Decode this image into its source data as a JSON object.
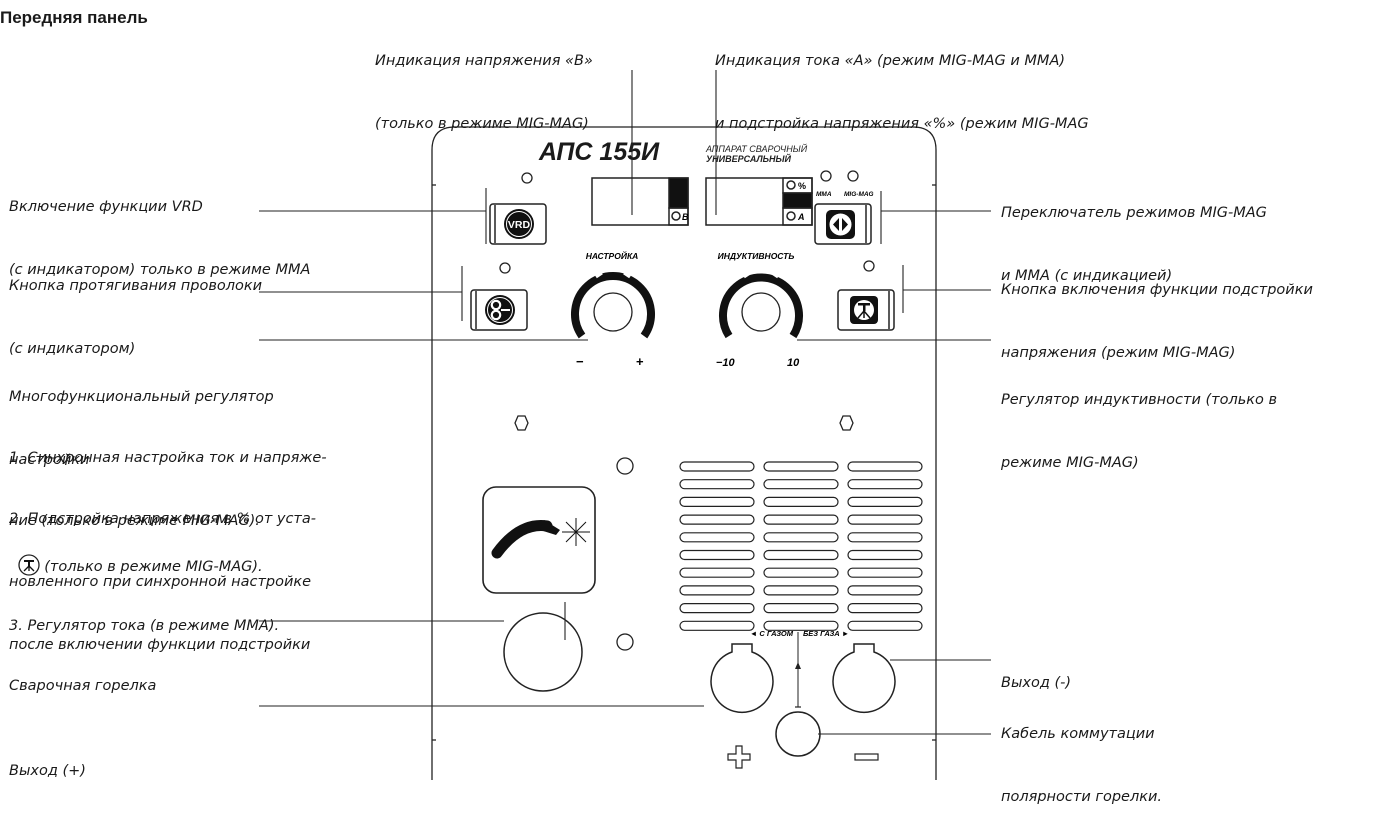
{
  "heading": "Передняя панель",
  "device": {
    "model": "АПС 155И",
    "subtitle_line1": "АППАРАТ СВАРОЧНЫЙ",
    "subtitle_line2": "УНИВЕРСАЛЬНЫЙ",
    "vrd_button_text": "VRD",
    "knob_left_title": "НАСТРОЙКА",
    "knob_left_min": "−",
    "knob_left_max": "+",
    "knob_right_title": "ИНДУКТИВНОСТЬ",
    "knob_right_min": "−10",
    "knob_right_max": "10",
    "display_left_unit": "В",
    "display_right_unit_top": "%",
    "display_right_unit_bottom": "А",
    "mode_mma": "MMA",
    "mode_mig": "MIG-MAG",
    "gas_label_with": "◄ С ГАЗОМ",
    "gas_label_without": "БЕЗ ГАЗА ►"
  },
  "annotations": {
    "voltage_display": [
      "Индикация напряжения «В»",
      "(только в режиме MIG-MAG)"
    ],
    "current_display": [
      "Индикация тока «А» (режим MIG-MAG и MMA)",
      "и подстройка напряжения «%» (режим MIG-MAG"
    ],
    "vrd": [
      "Включение функции VRD",
      "(с индикатором) только в режиме MMA"
    ],
    "wire_feed": [
      "Кнопка протягивания проволоки",
      "(с индикатором)"
    ],
    "multi_knob": [
      "Многофункциональный регулятор",
      "настройки"
    ],
    "multi_1": [
      "1. Синхронная настройка ток и напряже-",
      "ние (только в режиме MIG-MAG)."
    ],
    "multi_2": [
      "2. Подстройка напряжения в % от уста-",
      "новленного при синхронной настройке",
      "после включении функции подстройки"
    ],
    "multi_2_tail": "(только в режиме MIG-MAG).",
    "multi_3": "3. Регулятор тока (в режиме MMA).",
    "torch": "Сварочная горелка",
    "out_plus": "Выход (+)",
    "mode_switch": [
      "Переключатель режимов MIG-MAG",
      "и MMA (с индикацией)"
    ],
    "trim_button": [
      "Кнопка включения функции подстройки",
      "напряжения (режим MIG-MAG)"
    ],
    "inductance": [
      "Регулятор индуктивности (только в",
      "режиме MIG-MAG)"
    ],
    "out_minus": "Выход (-)",
    "polarity_cable": [
      "Кабель коммутации",
      "полярности горелки."
    ]
  }
}
